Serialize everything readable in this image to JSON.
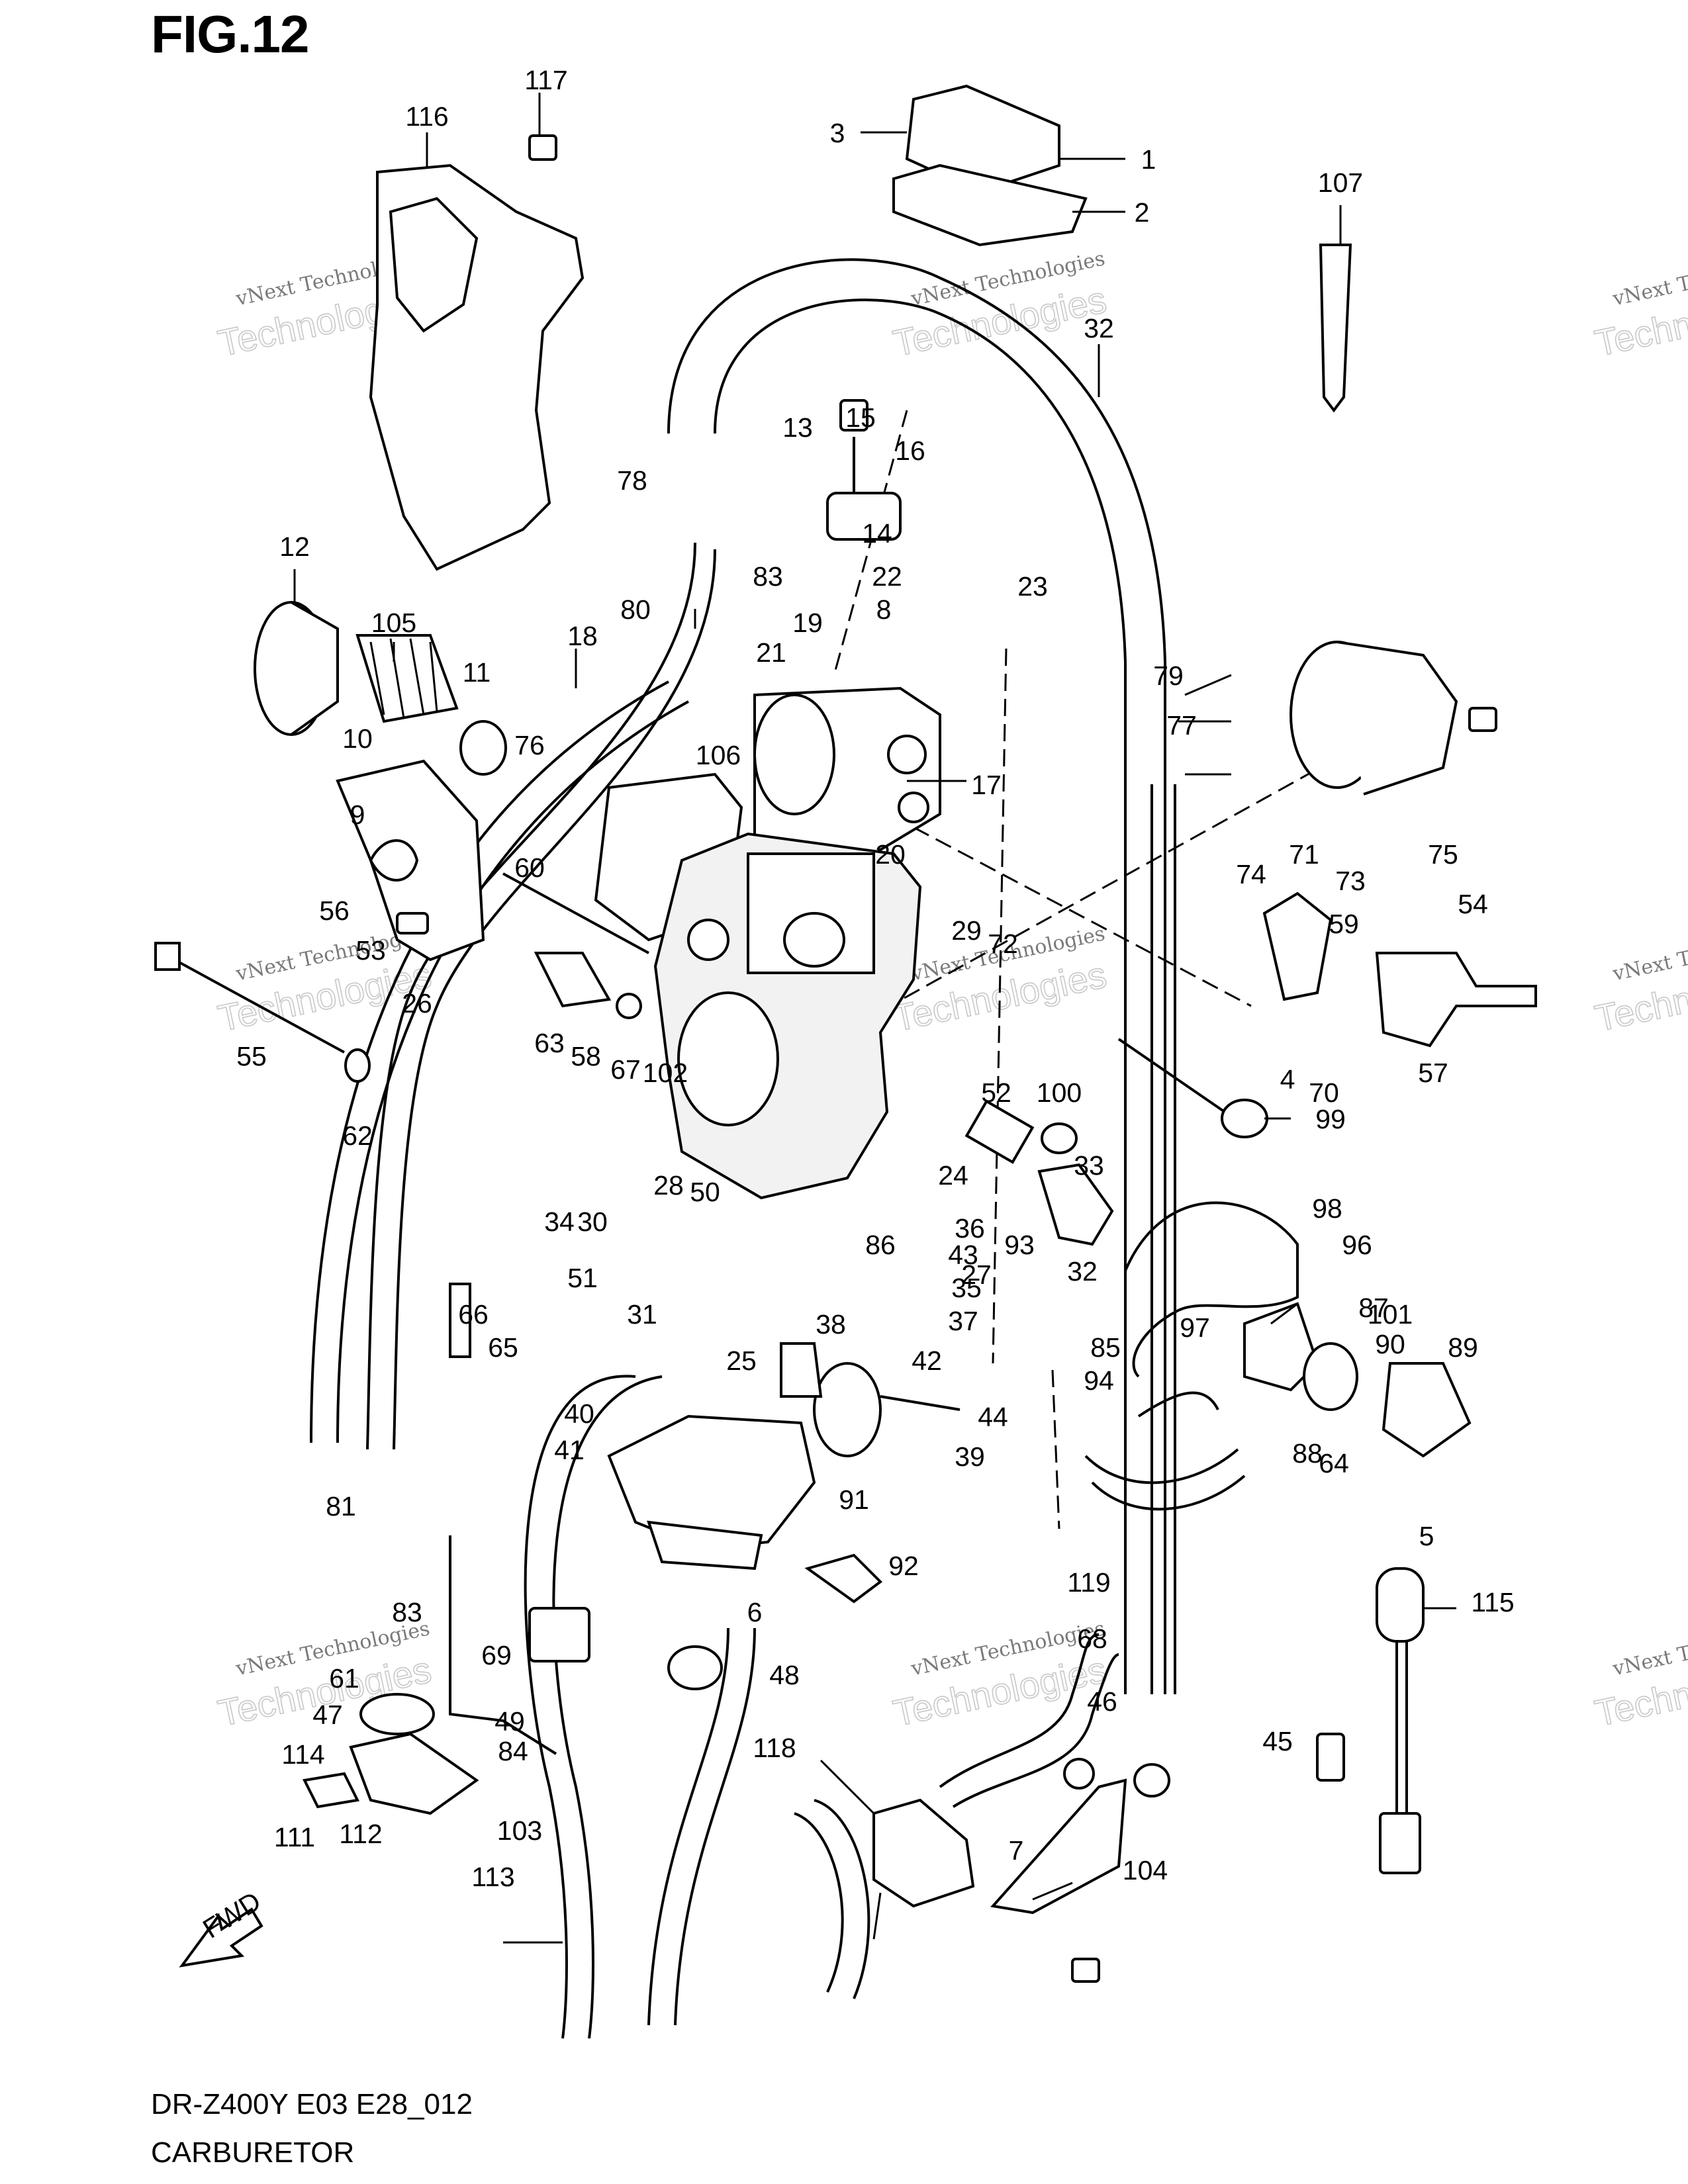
{
  "figure": {
    "title": "FIG.12",
    "model_code": "DR-Z400Y E03 E28_012",
    "section": "CARBURETOR"
  },
  "watermark": {
    "small_text": "vNext Technologies",
    "big_text": "Technologies"
  },
  "fwd_arrow_label": "FWD",
  "callouts": [
    "117",
    "116",
    "3",
    "1",
    "2",
    "107",
    "32",
    "79",
    "15",
    "13",
    "16",
    "78",
    "14",
    "77",
    "83",
    "80",
    "23",
    "22",
    "8",
    "12",
    "105",
    "18",
    "19",
    "21",
    "11",
    "10",
    "76",
    "106",
    "17",
    "9",
    "60",
    "20",
    "71",
    "75",
    "74",
    "73",
    "54",
    "56",
    "53",
    "26",
    "29",
    "72",
    "59",
    "55",
    "63",
    "58",
    "67",
    "102",
    "4",
    "70",
    "57",
    "62",
    "100",
    "52",
    "99",
    "33",
    "28",
    "50",
    "34",
    "30",
    "24",
    "36",
    "98",
    "96",
    "32",
    "93",
    "43",
    "27",
    "86",
    "51",
    "35",
    "87",
    "66",
    "31",
    "37",
    "38",
    "97",
    "65",
    "90",
    "89",
    "42",
    "25",
    "94",
    "85",
    "40",
    "44",
    "41",
    "39",
    "91",
    "88",
    "64",
    "81",
    "92",
    "5",
    "83",
    "119",
    "115",
    "68",
    "6",
    "69",
    "48",
    "61",
    "46",
    "47",
    "49",
    "84",
    "118",
    "45",
    "101",
    "114",
    "103",
    "7",
    "104",
    "111",
    "112",
    "113"
  ]
}
